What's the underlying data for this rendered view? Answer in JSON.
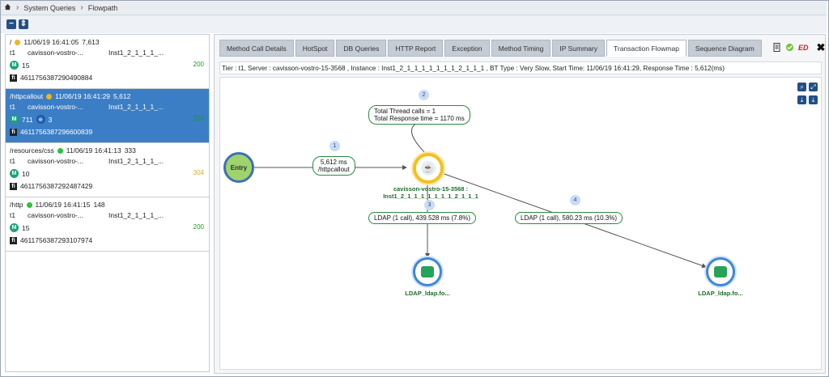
{
  "breadcrumb": {
    "home_icon": "home-icon",
    "items": [
      "System Queries",
      "Flowpath"
    ]
  },
  "flowpaths": [
    {
      "url": "/",
      "dot_color": "#f2b41c",
      "date": "11/06/19 16:41:05",
      "resp": "7,613",
      "tier": "t1",
      "server": "cavisson-vostro-...",
      "instance": "Inst1_2_1_1_1_...",
      "m_count": "15",
      "status": "200",
      "status_color": "#1a9a1a",
      "fp_id": "4611756387290490884",
      "selected": false
    },
    {
      "url": "/httpcallout",
      "dot_color": "#f2b41c",
      "date": "11/06/19 16:41:29",
      "resp": "5,612",
      "tier": "t1",
      "server": "cavisson-vostro-...",
      "instance": "Inst1_2_1_1_1_...",
      "m_count": "711",
      "extra_count": "3",
      "status": "200",
      "status_color": "#1a9a1a",
      "fp_id": "4611756387296600839",
      "selected": true
    },
    {
      "url": "/resources/css",
      "dot_color": "#27c43a",
      "date": "11/06/19 16:41:13",
      "resp": "333",
      "tier": "t1",
      "server": "cavisson-vostro-...",
      "instance": "Inst1_2_1_1_1_...",
      "m_count": "10",
      "status": "304",
      "status_color": "#e8a91b",
      "fp_id": "4611756387292487429",
      "selected": false
    },
    {
      "url": "/http",
      "dot_color": "#27c43a",
      "date": "11/06/19 16:41:15",
      "resp": "148",
      "tier": "t1",
      "server": "cavisson-vostro-...",
      "instance": "Inst1_2_1_1_1_...",
      "m_count": "15",
      "status": "200",
      "status_color": "#1a9a1a",
      "fp_id": "4611756387293107974",
      "selected": false
    }
  ],
  "tabs": [
    "Method Call Details",
    "HotSpot",
    "DB Queries",
    "HTTP Report",
    "Exception",
    "Method Timing",
    "IP Summary",
    "Transaction Flowmap",
    "Sequence Diagram"
  ],
  "active_tab": "Transaction Flowmap",
  "info": "Tier : t1,  Server : cavisson-vostro-15-3568 ,  Instance : Inst1_2_1_1_1_1_1_1_1_2_1_1_1 ,  BT Type : Very Slow, Start Time: 11/06/19 16:41:29, Response Time : 5,612(ms)",
  "flowmap": {
    "entry_label": "Entry",
    "edge1": {
      "num": "1",
      "line1": "5,612 ms",
      "line2": "/httpcallout"
    },
    "edge2": {
      "num": "2",
      "line1": "Total Thread calls = 1",
      "line2": "Total Response time = 1170 ms"
    },
    "edge3": {
      "num": "3",
      "text": "LDAP (1 call), 439.528 ms (7.8%)"
    },
    "edge4": {
      "num": "4",
      "text": "LDAP (1 call), 580.23 ms (10.3%)"
    },
    "server_name_1": "cavisson-vostro-15-3568 :",
    "server_name_2": "Inst1_2_1_1_1_1_1_1_1_2_1_1_1",
    "ldap1": "LDAP_ldap.fo...",
    "ldap2": "LDAP_ldap.fo..."
  },
  "colors": {
    "accent": "#3b7ec6",
    "node_green": "#2a8b3e"
  }
}
